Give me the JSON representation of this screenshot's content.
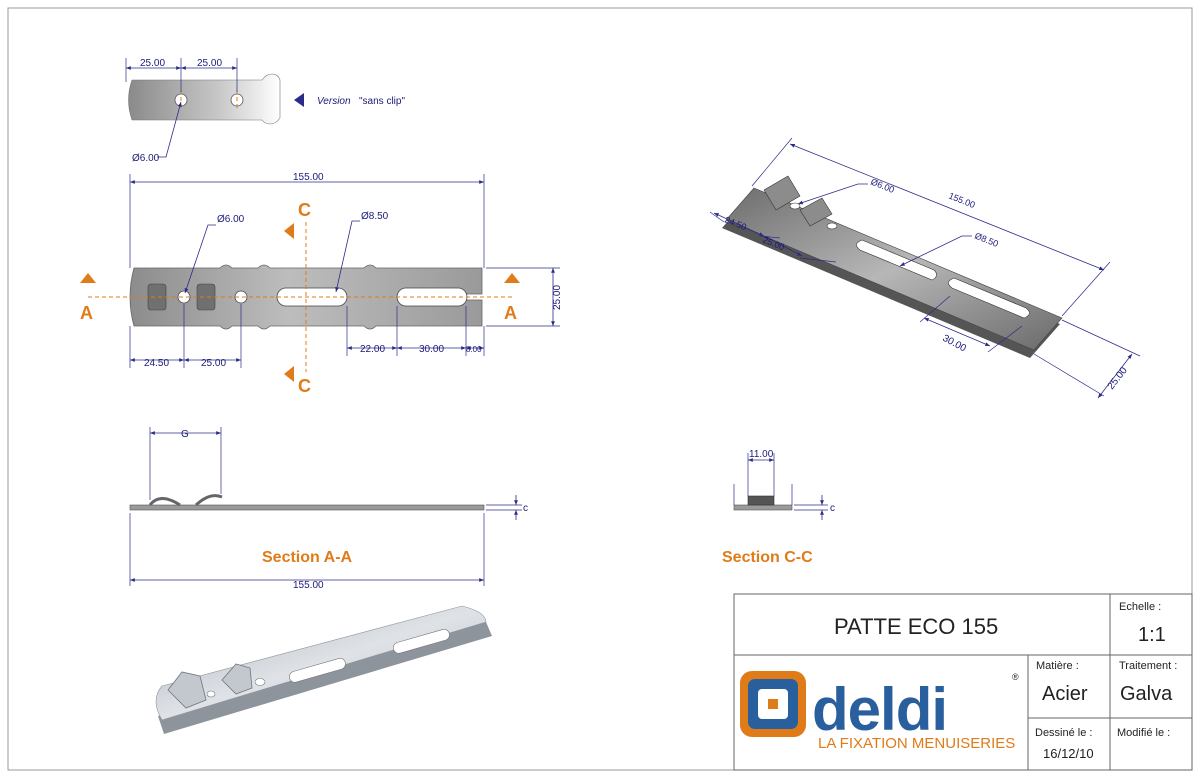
{
  "version_view": {
    "dims": [
      "25.00",
      "25.00"
    ],
    "hole": "Ø6.00",
    "label_italic": "Version",
    "label_rest": "\"sans clip\""
  },
  "top_view": {
    "overall": "155.00",
    "hole1": "Ø6.00",
    "hole2": "Ø8.50",
    "width": "25.00",
    "bottom_dims": [
      "24.50",
      "25.00",
      "22.00",
      "30.00",
      "8.00"
    ],
    "section_a": "A",
    "section_c": "C"
  },
  "section_aa": {
    "gap": "G",
    "thickness": "c",
    "length": "155.00",
    "label": "Section A-A"
  },
  "section_cc": {
    "width": "11.00",
    "thickness": "c",
    "label": "Section C-C"
  },
  "iso_view": {
    "hole1": "Ø6.00",
    "overall": "155.00",
    "hole2": "Ø8.50",
    "dim_a": "24.50",
    "dim_b": "25.00",
    "slot": "30.00",
    "width": "25.00"
  },
  "title_block": {
    "title": "PATTE ECO 155",
    "scale_label": "Echelle :",
    "scale_value": "1:1",
    "material_label": "Matière :",
    "material_value": "Acier",
    "treatment_label": "Traitement :",
    "treatment_value": "Galva",
    "drawn_label": "Dessiné le :",
    "drawn_value": "16/12/10",
    "modified_label": "Modifié le :",
    "logo_word": "deldi",
    "logo_reg": "®",
    "logo_tagline": "LA FIXATION MENUISERIES"
  },
  "colors": {
    "accent": "#e07b1a",
    "dimension": "#1a1a7a",
    "logo_blue": "#2a5f9e"
  }
}
